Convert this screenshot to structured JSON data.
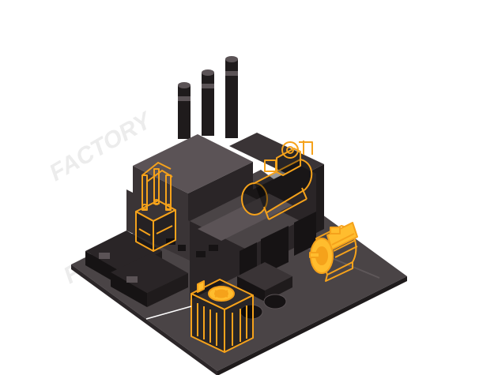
{
  "watermarks": [
    {
      "text": "FACTORY"
    },
    {
      "text": "FACTORY"
    }
  ],
  "colors": {
    "background": "#ffffff",
    "ground": "#4a4446",
    "ground_edge": "#2b2628",
    "building_top": "#5b5356",
    "building_left": "#3a3436",
    "building_right": "#2a2527",
    "dark": "#161314",
    "chimney": "#1f1b1c",
    "accent_outline": "#f5a21b",
    "accent_fill": "#ffbd2e",
    "watermark": "#ececec"
  },
  "equipment": [
    {
      "name": "transformer",
      "icon": "transformer-icon"
    },
    {
      "name": "air-compressor",
      "icon": "compressor-icon"
    },
    {
      "name": "electric-motor",
      "icon": "motor-icon"
    },
    {
      "name": "cooling-tower",
      "icon": "cooling-tower-icon"
    }
  ]
}
